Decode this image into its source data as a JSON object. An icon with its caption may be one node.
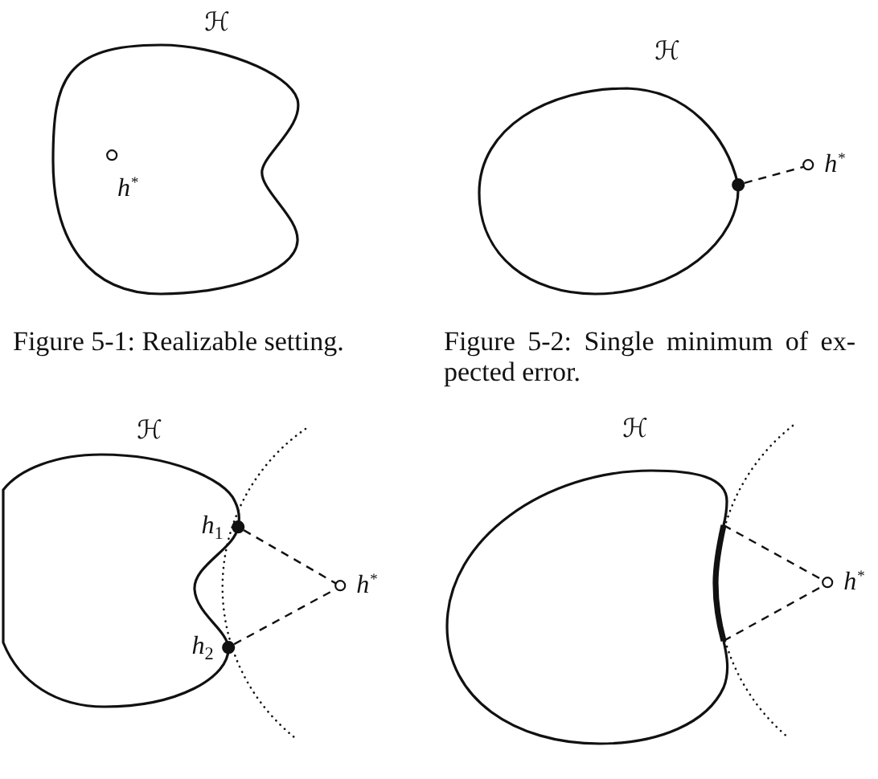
{
  "diagram": {
    "nodes": [
      {
        "text": [
          "ℋ"
        ]
      },
      {
        "text": [],
        "shape": "circle",
        "beside": [
          "h$^{*}$"
        ],
        "in": 0
      },
      {
        "text": [
          "ℋ"
        ]
      },
      {
        "text": [],
        "shape": "circle"
      },
      {
        "text": [],
        "shape": "circle",
        "beside": [
          "h$^{*}$"
        ]
      },
      {
        "text": [
          "ℋ"
        ]
      },
      {
        "text": [],
        "shape": "circle",
        "beside": [
          "h$_{1}$"
        ]
      },
      {
        "text": [],
        "shape": "circle",
        "beside": [
          "h$_{2}$"
        ]
      },
      {
        "text": [],
        "shape": "circle",
        "beside": [
          "h$^{*}$"
        ]
      },
      {
        "text": [
          "ℋ"
        ]
      },
      {
        "text": [],
        "shape": "arc"
      },
      {
        "text": [],
        "shape": "circle",
        "beside": [
          "h$^{*}$"
        ]
      }
    ],
    "edges": [
      {
        "from": 3,
        "to": 4,
        "arrow": "none",
        "style": "dashed"
      },
      {
        "from": 6,
        "to": 8,
        "arrow": "none",
        "style": "dashed"
      },
      {
        "from": 7,
        "to": 8,
        "arrow": "none",
        "style": "dashed"
      },
      {
        "from": 10,
        "to": 11,
        "arrow": "none",
        "style": "dashed"
      },
      {
        "from": 10,
        "to": 11,
        "arrow": "none",
        "style": "dashed"
      }
    ],
    "labels": [
      "Figure 5-1: Realizable setting.",
      "Figure 5-2: Single minimum of ex- pected error."
    ]
  }
}
